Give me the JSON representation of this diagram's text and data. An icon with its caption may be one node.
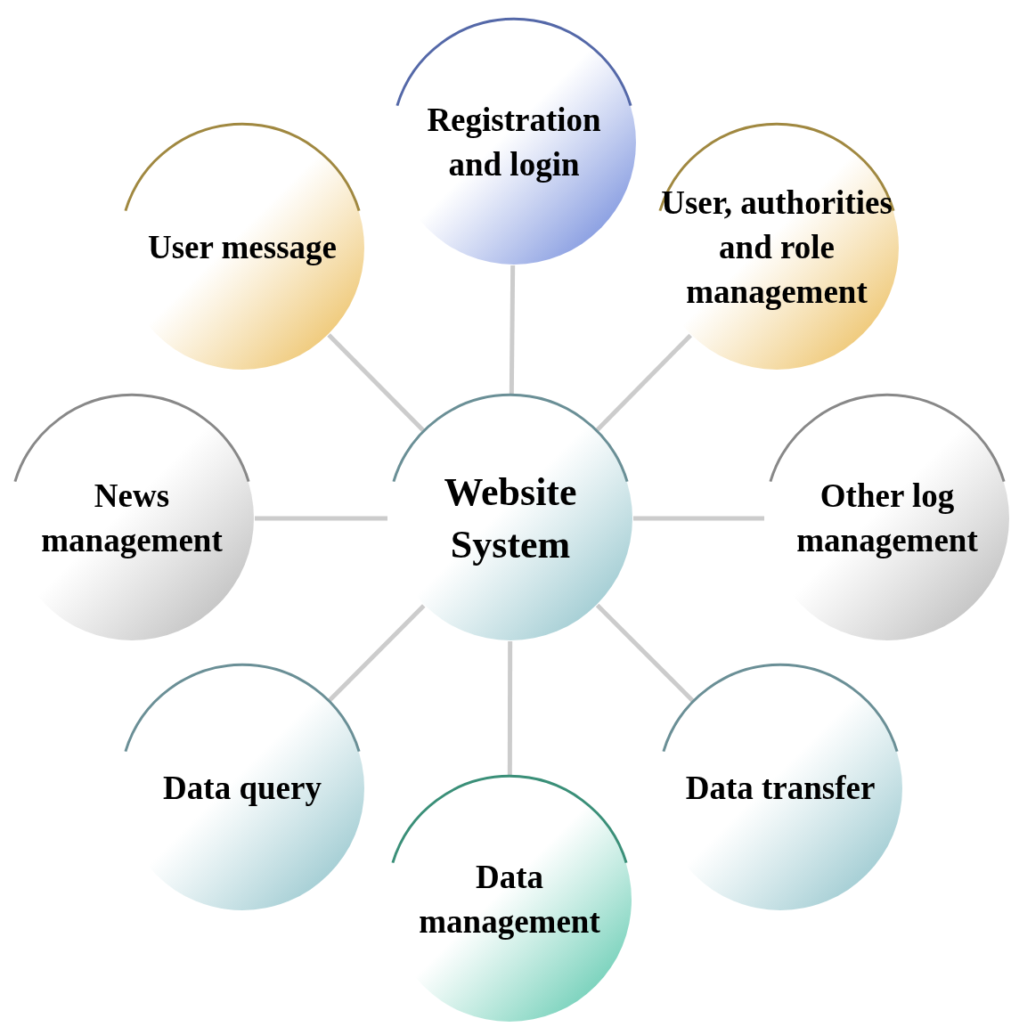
{
  "diagram": {
    "nodes": [
      {
        "text": [
          "Registration and login"
        ]
      },
      {
        "text": [
          "User message"
        ]
      },
      {
        "text": [
          "User, authorities and role management"
        ]
      },
      {
        "text": [
          "News management"
        ]
      },
      {
        "text": [
          "Website System"
        ]
      },
      {
        "text": [
          "Other log management"
        ]
      },
      {
        "text": [
          "Data query"
        ]
      },
      {
        "text": [
          "Data management"
        ]
      },
      {
        "text": [
          "Data transfer"
        ]
      }
    ],
    "edges": [
      {
        "from": 4,
        "to": 0,
        "arrow": "none"
      },
      {
        "from": 4,
        "to": 1,
        "arrow": "none"
      },
      {
        "from": 4,
        "to": 2,
        "arrow": "none"
      },
      {
        "from": 4,
        "to": 3,
        "arrow": "none"
      },
      {
        "from": 4,
        "to": 5,
        "arrow": "none"
      },
      {
        "from": 4,
        "to": 6,
        "arrow": "none"
      },
      {
        "from": 4,
        "to": 7,
        "arrow": "none"
      },
      {
        "from": 4,
        "to": 8,
        "arrow": "none"
      }
    ]
  }
}
